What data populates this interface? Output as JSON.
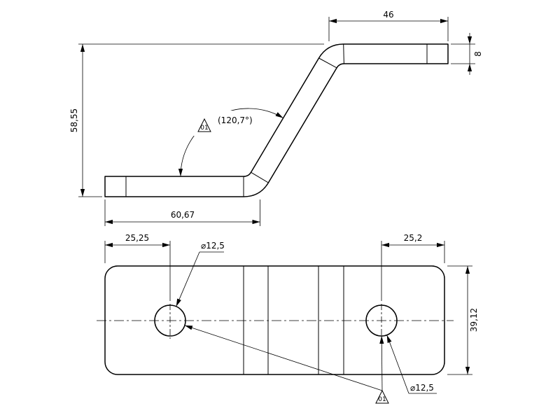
{
  "colors": {
    "line": "#000000",
    "background": "#ffffff"
  },
  "side_view": {
    "dim_top_flange": "46",
    "dim_thickness": "8",
    "dim_height": "58,55",
    "dim_base": "60,67",
    "angle": "(120,7°)",
    "bend_mark": "01"
  },
  "plan_view": {
    "dim_left_hole": "25,25",
    "dim_right_hole": "25,2",
    "dim_width": "39,12",
    "hole_top_label": "⌀12,5",
    "hole_bottom_label": "⌀12,5",
    "bend_mark": "01"
  }
}
